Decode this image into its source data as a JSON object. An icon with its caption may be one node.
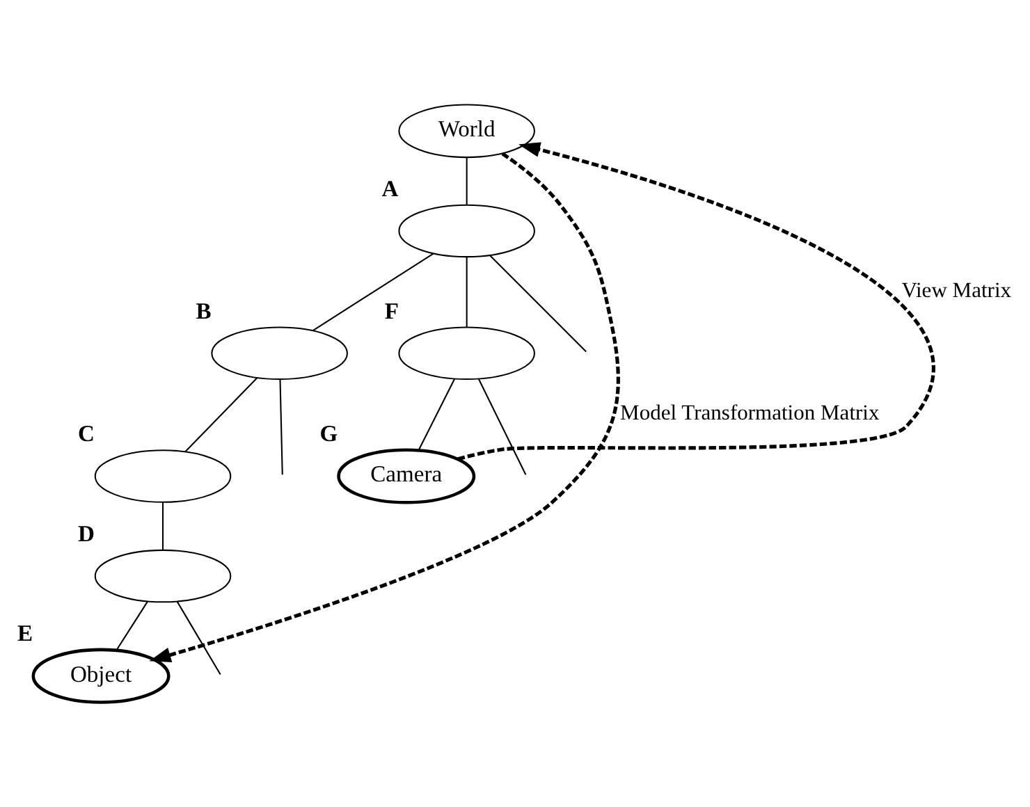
{
  "diagram": {
    "nodes": [
      {
        "text": [
          "World"
        ]
      },
      {
        "text": [],
        "shape": "ellipse",
        "beside": [
          "A"
        ]
      },
      {
        "text": [],
        "shape": "ellipse",
        "beside": [
          "B"
        ]
      },
      {
        "text": [],
        "shape": "ellipse",
        "beside": [
          "C"
        ]
      },
      {
        "text": [],
        "shape": "ellipse",
        "beside": [
          "D"
        ]
      },
      {
        "text": [
          "Object"
        ],
        "beside": [
          "E"
        ]
      },
      {
        "text": [],
        "shape": "ellipse",
        "beside": [
          "F"
        ]
      },
      {
        "text": [
          "Camera"
        ],
        "beside": [
          "G"
        ]
      }
    ],
    "edges": [
      {
        "from": 0,
        "to": 1,
        "arrow": "none"
      },
      {
        "from": 1,
        "to": 2,
        "arrow": "none"
      },
      {
        "from": 1,
        "to": null,
        "arrow": "none"
      },
      {
        "from": 1,
        "to": 6,
        "arrow": "none"
      },
      {
        "from": 2,
        "to": null,
        "arrow": "none"
      },
      {
        "from": 2,
        "to": 3,
        "arrow": "none"
      },
      {
        "from": 6,
        "to": null,
        "arrow": "none"
      },
      {
        "from": 6,
        "to": 7,
        "arrow": "none"
      },
      {
        "from": 3,
        "to": 4,
        "arrow": "none"
      },
      {
        "from": 4,
        "to": 5,
        "arrow": "none"
      },
      {
        "from": 4,
        "to": null,
        "arrow": "none"
      },
      {
        "from": 0,
        "to": 5,
        "arrow": "to",
        "style": "dashed",
        "label": "Model Transformation Matrix"
      },
      {
        "from": 7,
        "to": 0,
        "arrow": "to",
        "style": "dashed",
        "label": "View Matrix"
      }
    ]
  }
}
